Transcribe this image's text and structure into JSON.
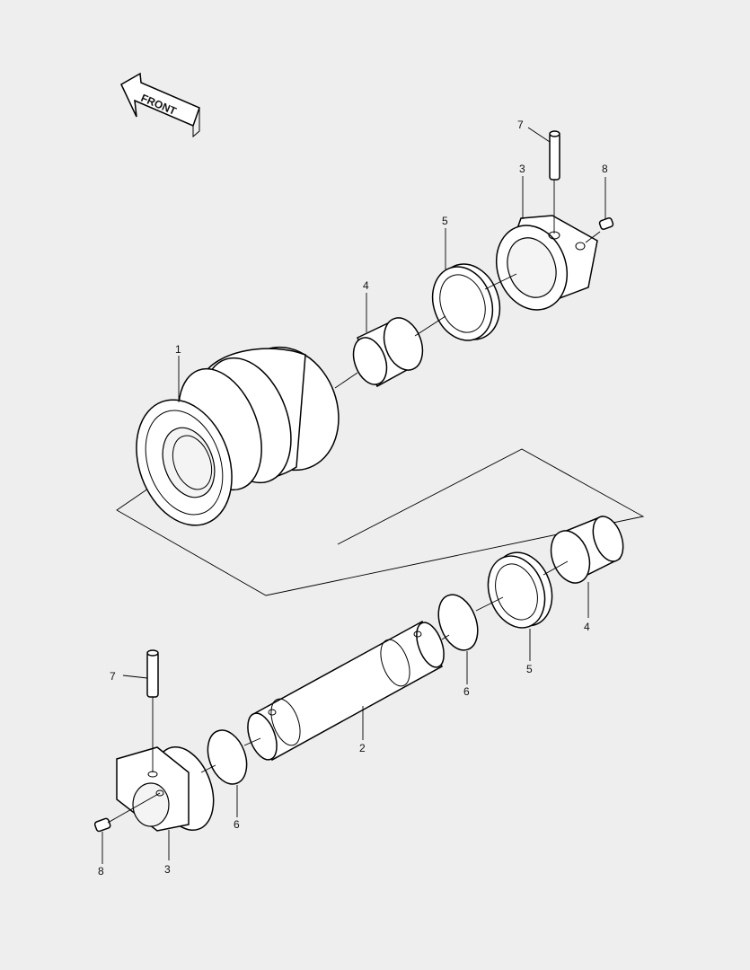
{
  "front_arrow": {
    "label": "FRONT"
  },
  "callouts": [
    {
      "id": "c7-top",
      "text": "7"
    },
    {
      "id": "c3-top",
      "text": "3"
    },
    {
      "id": "c8-top",
      "text": "8"
    },
    {
      "id": "c5-top",
      "text": "5"
    },
    {
      "id": "c4-top",
      "text": "4"
    },
    {
      "id": "c1",
      "text": "1"
    },
    {
      "id": "c4-right",
      "text": "4"
    },
    {
      "id": "c5-right",
      "text": "5"
    },
    {
      "id": "c6-right",
      "text": "6"
    },
    {
      "id": "c7-bottom",
      "text": "7"
    },
    {
      "id": "c2",
      "text": "2"
    },
    {
      "id": "c6-bottom",
      "text": "6"
    },
    {
      "id": "c8-bottom",
      "text": "8"
    },
    {
      "id": "c3-bottom",
      "text": "3"
    }
  ]
}
